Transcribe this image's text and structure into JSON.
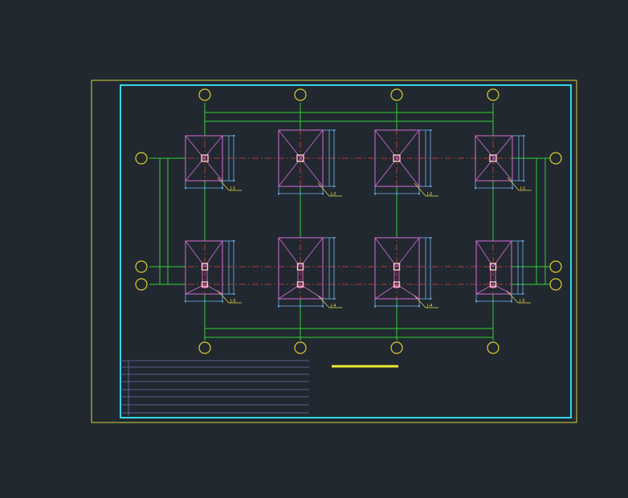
{
  "drawing": {
    "background": "#212830",
    "sheet_border_color": "#d4d63a",
    "frame_color": "#35d8e8",
    "axis_color": "#e23c3c",
    "tie_beam_color": "#2fd22f",
    "footing_color": "#d86cd8",
    "column_color": "#ffc6c6",
    "dimension_color": "#6fb4ee",
    "bubble_color": "#d6d22a",
    "label_color": "#f2e24a",
    "title_block_line_color": "#6c72a8",
    "scale_bar_color": "#ecea2e"
  },
  "footing_tags": {
    "top_row": [
      "J-1",
      "J-2",
      "J-2",
      "J-1"
    ],
    "bottom_row": [
      "J-3",
      "J-4",
      "J-4",
      "J-3"
    ]
  }
}
